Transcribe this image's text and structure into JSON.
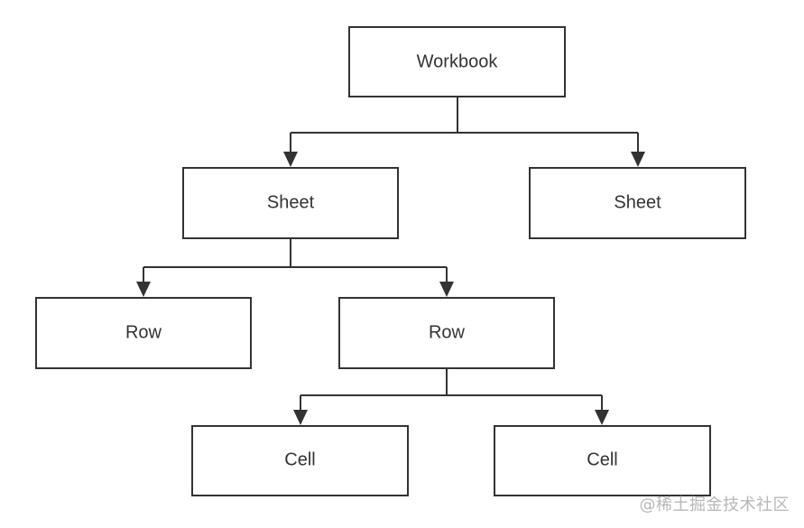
{
  "diagram": {
    "nodes": {
      "workbook": "Workbook",
      "sheet_1": "Sheet",
      "sheet_2": "Sheet",
      "row_1": "Row",
      "row_2": "Row",
      "cell_1": "Cell",
      "cell_2": "Cell"
    },
    "colors": {
      "stroke": "#333333",
      "text": "#333333",
      "background": "#ffffff"
    }
  },
  "watermark": "@稀土掘金技术社区"
}
